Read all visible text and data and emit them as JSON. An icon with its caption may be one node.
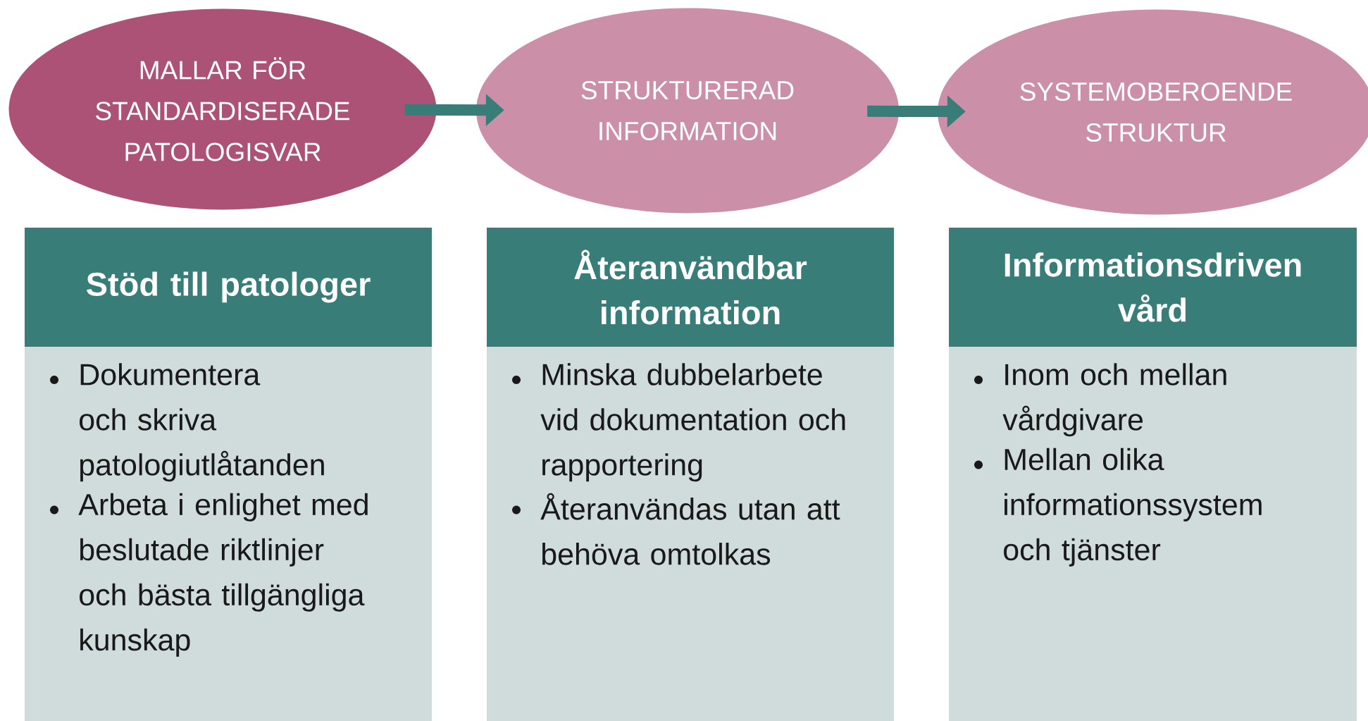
{
  "diagram": {
    "nodes": [
      {
        "text": [
          "MALLAR FÖR STANDARDISERADE PATOLOGISVAR"
        ]
      },
      {
        "text": [
          "STRUKTURERAD INFORMATION"
        ]
      },
      {
        "text": [
          "SYSTEMOBEROENDE STRUKTUR"
        ]
      },
      {
        "text": [
          "Stöd till patologer",
          "Dokumentera och skriva patologiutlåtanden",
          "Arbeta i enlighet med beslutade riktlinjer och bästa tillgängliga kunskap"
        ]
      },
      {
        "text": [
          "Återanvändbar information",
          "Minska dubbelarbete vid dokumentation och rapportering",
          "Återanvändas utan att behöva omtolkas"
        ]
      },
      {
        "text": [
          "Informationsdriven vård",
          "Inom och mellan vårdgivare",
          "Mellan olika informationssystem och tjänster"
        ]
      }
    ],
    "edges": [
      {
        "from": 0,
        "to": 1,
        "arrow": "to"
      },
      {
        "from": 1,
        "to": 2,
        "arrow": "to"
      }
    ]
  }
}
